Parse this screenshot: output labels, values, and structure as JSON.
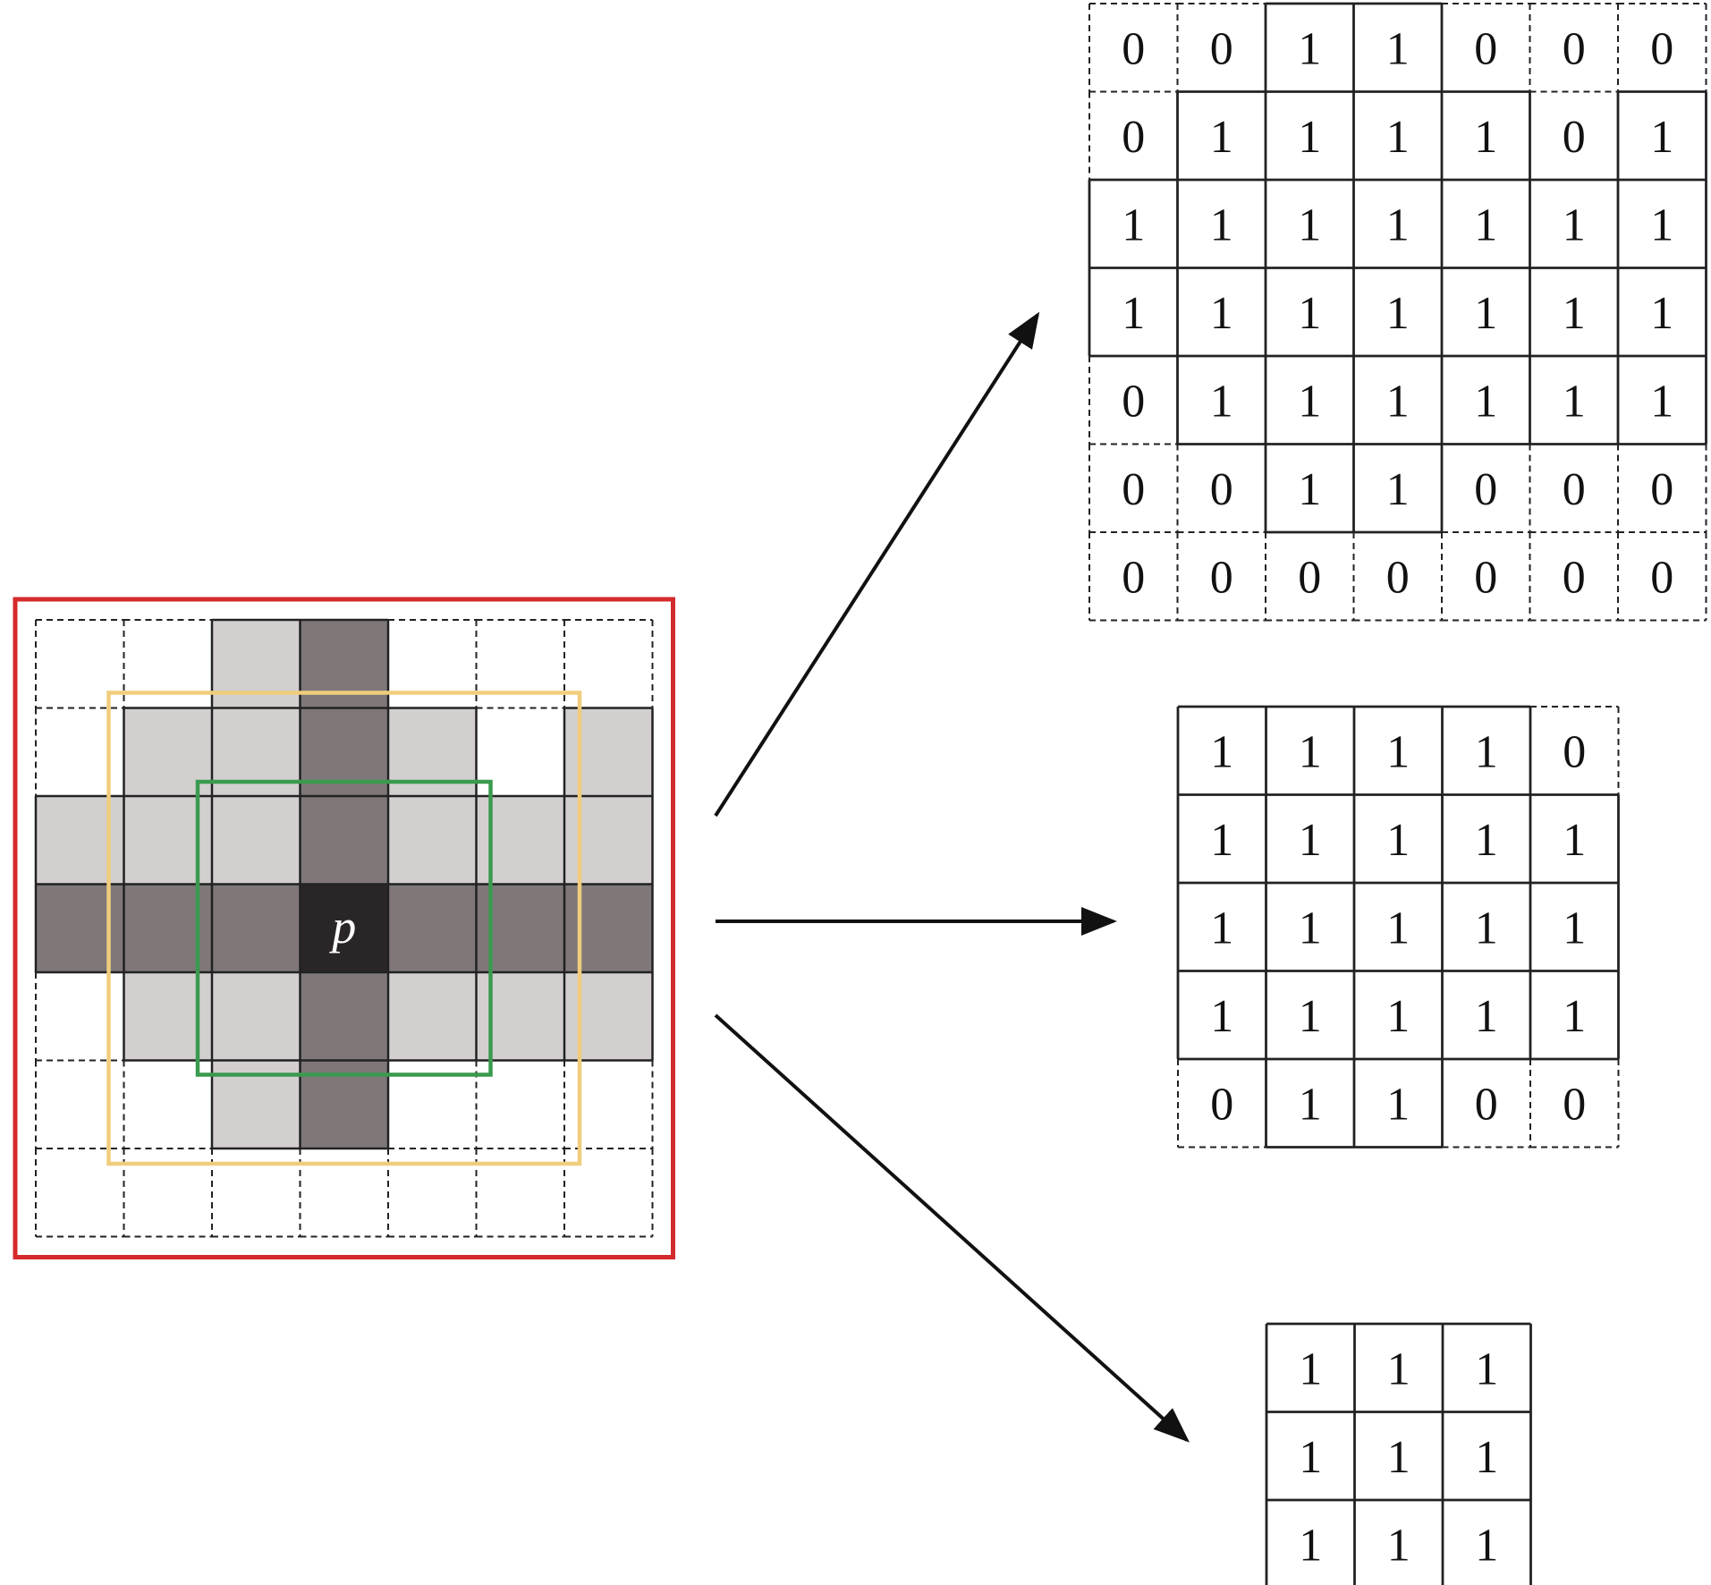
{
  "colors": {
    "background": "#ffffff",
    "light_cell": "#d3cfcf",
    "dark_cell": "#7f7778",
    "center_cell": "#2a2526",
    "outer_window": "#d42a2c",
    "middle_window": "#f0cd7c",
    "inner_window": "#3a9a4e",
    "grid_line": "#222222",
    "arrow": "#111111"
  },
  "source_grid": {
    "size": 7,
    "center_label": "p",
    "cells": [
      [
        0,
        0,
        1,
        2,
        0,
        0,
        0
      ],
      [
        0,
        1,
        1,
        2,
        1,
        0,
        1
      ],
      [
        1,
        1,
        1,
        2,
        1,
        1,
        1
      ],
      [
        2,
        2,
        2,
        3,
        2,
        2,
        2
      ],
      [
        0,
        1,
        1,
        2,
        1,
        1,
        1
      ],
      [
        0,
        0,
        1,
        2,
        0,
        0,
        0
      ],
      [
        0,
        0,
        0,
        0,
        0,
        0,
        0
      ]
    ],
    "windows": [
      {
        "name": "outer-window-7x7",
        "size": 7,
        "color_key": "outer_window"
      },
      {
        "name": "middle-window-5x5",
        "size": 5,
        "color_key": "middle_window"
      },
      {
        "name": "inner-window-3x3",
        "size": 3,
        "color_key": "inner_window"
      }
    ]
  },
  "matrices": [
    {
      "name": "matrix-7x7",
      "values": [
        [
          "0",
          "0",
          "1",
          "1",
          "0",
          "0",
          "0"
        ],
        [
          "0",
          "1",
          "1",
          "1",
          "1",
          "0",
          "1"
        ],
        [
          "1",
          "1",
          "1",
          "1",
          "1",
          "1",
          "1"
        ],
        [
          "1",
          "1",
          "1",
          "1",
          "1",
          "1",
          "1"
        ],
        [
          "0",
          "1",
          "1",
          "1",
          "1",
          "1",
          "1"
        ],
        [
          "0",
          "0",
          "1",
          "1",
          "0",
          "0",
          "0"
        ],
        [
          "0",
          "0",
          "0",
          "0",
          "0",
          "0",
          "0"
        ]
      ]
    },
    {
      "name": "matrix-5x5",
      "values": [
        [
          "1",
          "1",
          "1",
          "1",
          "0"
        ],
        [
          "1",
          "1",
          "1",
          "1",
          "1"
        ],
        [
          "1",
          "1",
          "1",
          "1",
          "1"
        ],
        [
          "1",
          "1",
          "1",
          "1",
          "1"
        ],
        [
          "0",
          "1",
          "1",
          "0",
          "0"
        ]
      ]
    },
    {
      "name": "matrix-3x3",
      "values": [
        [
          "1",
          "1",
          "1"
        ],
        [
          "1",
          "1",
          "1"
        ],
        [
          "1",
          "1",
          "1"
        ]
      ]
    }
  ]
}
